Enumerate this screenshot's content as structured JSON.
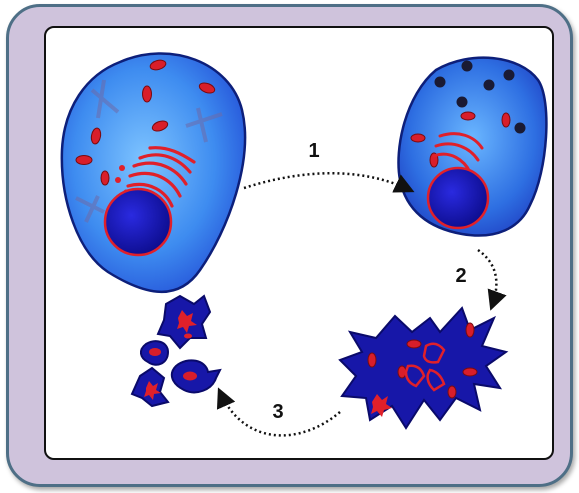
{
  "steps": [
    {
      "label": "1"
    },
    {
      "label": "2"
    },
    {
      "label": "3"
    }
  ],
  "colors": {
    "frame_border": "#4e6f86",
    "frame_fill": "#cfc3dc",
    "cell_blue_light": "#4aa6ff",
    "cell_blue_dark": "#1717a8",
    "nucleus": "#0a0a8a",
    "organelle_red": "#e0202a",
    "arrow": "#111111"
  }
}
